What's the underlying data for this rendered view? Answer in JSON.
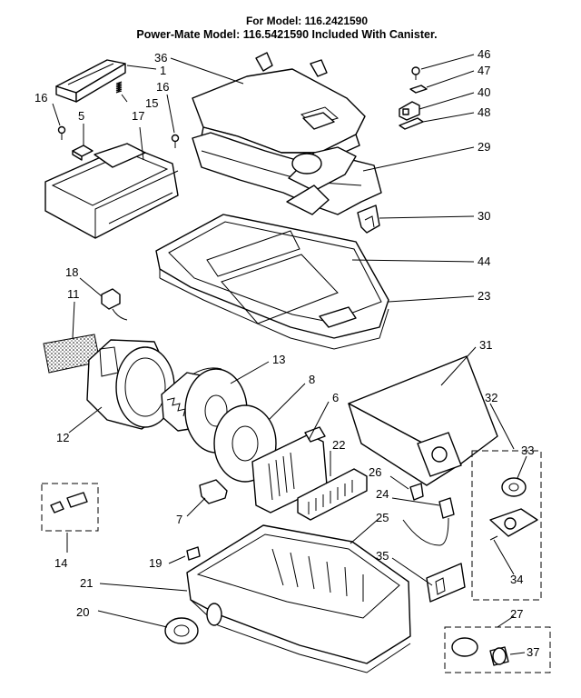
{
  "header": {
    "line1": "For Model: 116.2421590",
    "line2": "Power-Mate Model: 116.5421590   Included With Canister."
  },
  "callouts": [
    "36",
    "1",
    "16",
    "15",
    "16",
    "5",
    "17",
    "46",
    "47",
    "40",
    "48",
    "29",
    "30",
    "44",
    "23",
    "18",
    "11",
    "13",
    "8",
    "6",
    "31",
    "32",
    "33",
    "12",
    "22",
    "26",
    "24",
    "25",
    "7",
    "14",
    "19",
    "21",
    "35",
    "34",
    "20",
    "27",
    "37"
  ]
}
